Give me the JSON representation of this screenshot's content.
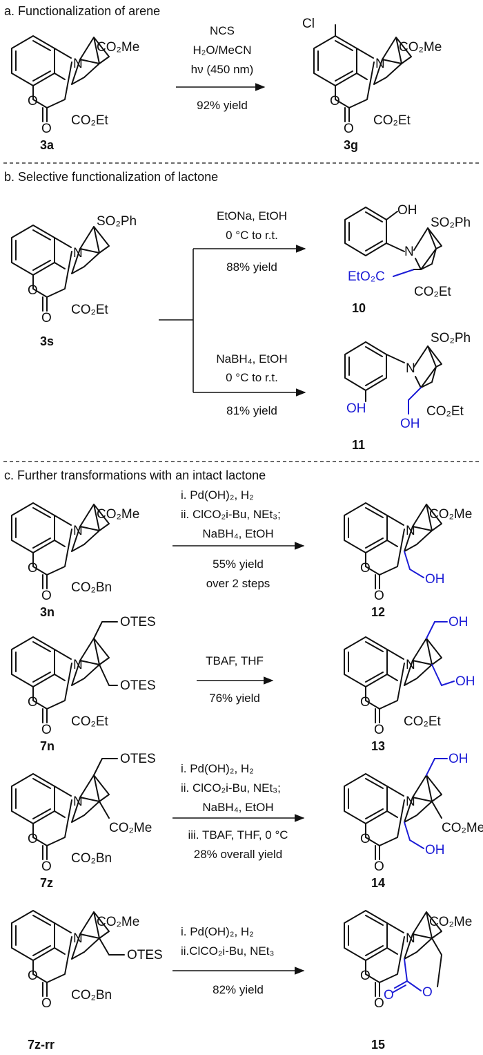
{
  "sections": {
    "a": "a. Functionalization of arene",
    "b": "b. Selective functionalization of lactone",
    "c": "c. Further transformations with an intact lactone"
  },
  "compounds": [
    "3a",
    "3g",
    "3s",
    "10",
    "11",
    "3n",
    "12",
    "7n",
    "13",
    "7z",
    "14",
    "7z-rr",
    "15"
  ],
  "atoms": {
    "N": "N",
    "O": "O",
    "Cl": "Cl",
    "OH": "OH",
    "CO2Me": "CO₂Me",
    "CO2Et": "CO₂Et",
    "CO2Bn": "CO₂Bn",
    "SO2Ph": "SO₂Ph",
    "EtO2C": "EtO₂C",
    "OTES": "OTES"
  },
  "conditions": {
    "a": [
      "NCS",
      "H₂O/MeCN",
      "hν (450 nm)",
      "92% yield"
    ],
    "b1": [
      "EtONa, EtOH",
      "0 °C to r.t.",
      "88% yield"
    ],
    "b2": [
      "NaBH₄, EtOH",
      "0 °C to r.t.",
      "81% yield"
    ],
    "c1": [
      "i. Pd(OH)₂, H₂",
      "ii. ClCO₂i-Bu, NEt₃;",
      "NaBH₄, EtOH",
      "55% yield",
      "over 2 steps"
    ],
    "c2": [
      "TBAF, THF",
      "76% yield"
    ],
    "c3": [
      "i. Pd(OH)₂, H₂",
      "ii. ClCO₂i-Bu, NEt₃;",
      "NaBH₄, EtOH",
      "iii. TBAF, THF, 0 °C",
      "28% overall yield"
    ],
    "c4": [
      "i. Pd(OH)₂, H₂",
      "ii.ClCO₂i-Bu, NEt₃",
      "82% yield"
    ]
  },
  "colors": {
    "highlight": "#1c1cd6",
    "ink": "#111111"
  }
}
